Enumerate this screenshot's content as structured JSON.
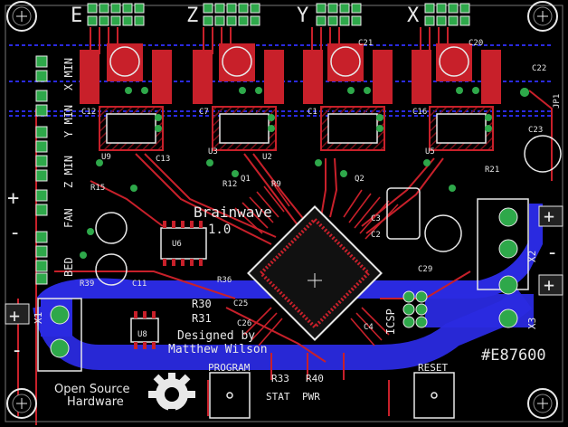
{
  "board": {
    "title": "Brainwave",
    "version": "1.0",
    "designer_line1": "Designed by",
    "designer_line2": "Matthew Wilson",
    "part_number": "#E87600",
    "oshw_line1": "Open Source",
    "oshw_line2": "Hardware"
  },
  "axes": [
    "E",
    "Z",
    "Y",
    "X"
  ],
  "endstops": [
    "X MIN",
    "Y MIN",
    "Z MIN",
    "FAN",
    "BED"
  ],
  "buttons": {
    "program": "PROGRAM",
    "reset": "RESET"
  },
  "leds": {
    "stat": "STAT",
    "pwr": "PWR"
  },
  "connectors": {
    "x1": "X1",
    "x2": "X2",
    "x3": "X3",
    "icsp": "ICSP",
    "jp1": "JP1"
  },
  "power_symbols": {
    "plus": "+",
    "minus": "-"
  },
  "refdes": {
    "c21": "C21",
    "c20": "C20",
    "c22": "C22",
    "c23": "C23",
    "c29": "C29",
    "c12": "C12",
    "c7": "C7",
    "c1": "C1",
    "c16": "C16",
    "c13": "C13",
    "c3": "C3",
    "c2": "C2",
    "c4": "C4",
    "c25": "C25",
    "c26": "C26",
    "c11": "C11",
    "r30": "R30",
    "r31": "R31",
    "r36": "R36",
    "r33": "R33",
    "r40": "R40",
    "r39": "R39",
    "r12": "R12",
    "r9": "R9",
    "r15": "R15",
    "r21": "R21",
    "u2": "U2",
    "u3": "U3",
    "u5": "U5",
    "u6": "U6",
    "u8": "U8",
    "u9": "U9",
    "q1": "Q1",
    "q2": "Q2"
  },
  "colors": {
    "background": "#000000",
    "top_copper": "#c8202a",
    "bottom_copper": "#2a2ae0",
    "pad": "#2ea84a",
    "silkscreen": "#e8e8e8",
    "via_ring": "#4a4a4a"
  }
}
